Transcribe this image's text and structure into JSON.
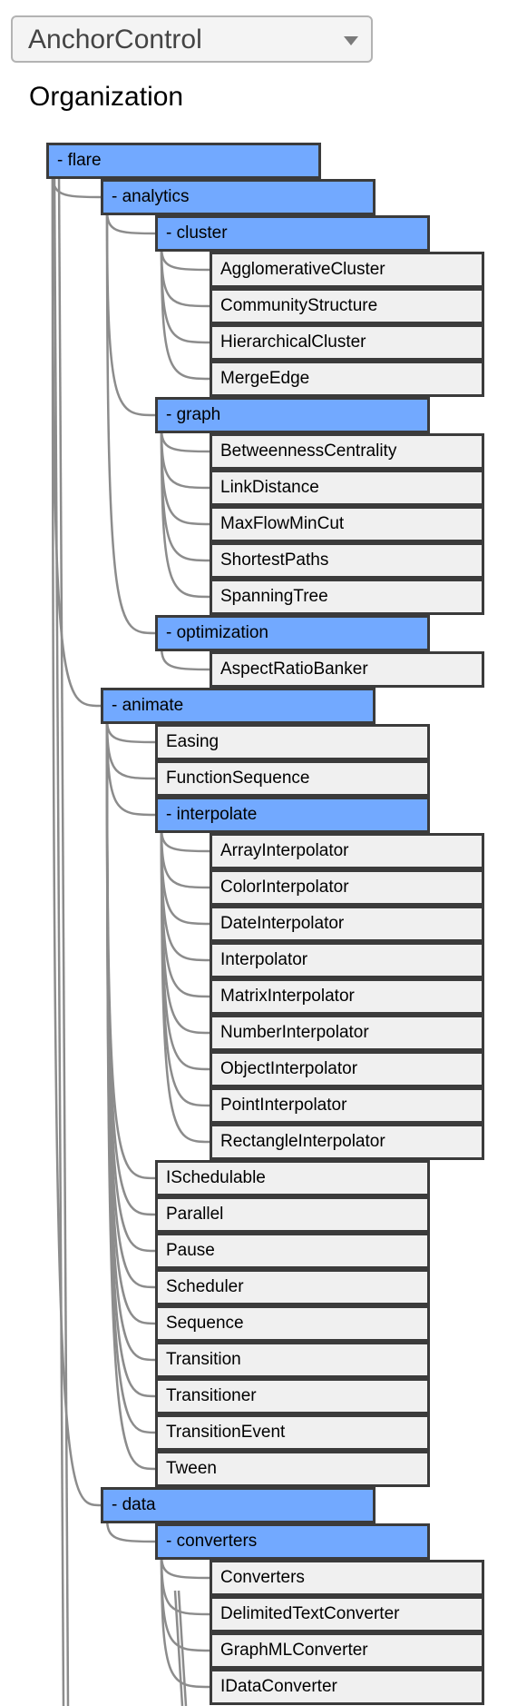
{
  "selector": {
    "value": "AnchorControl",
    "icon": "chevron-down-icon"
  },
  "title": "Organization",
  "colors": {
    "group_fill": "#72a9ff",
    "leaf_fill": "#f0f0f0",
    "border": "#3b3b3b",
    "link": "#8c8c8c"
  },
  "tree": {
    "label": "flare",
    "children": [
      {
        "label": "analytics",
        "children": [
          {
            "label": "cluster",
            "children": [
              {
                "label": "AgglomerativeCluster"
              },
              {
                "label": "CommunityStructure"
              },
              {
                "label": "HierarchicalCluster"
              },
              {
                "label": "MergeEdge"
              }
            ]
          },
          {
            "label": "graph",
            "children": [
              {
                "label": "BetweennessCentrality"
              },
              {
                "label": "LinkDistance"
              },
              {
                "label": "MaxFlowMinCut"
              },
              {
                "label": "ShortestPaths"
              },
              {
                "label": "SpanningTree"
              }
            ]
          },
          {
            "label": "optimization",
            "children": [
              {
                "label": "AspectRatioBanker"
              }
            ]
          }
        ]
      },
      {
        "label": "animate",
        "children": [
          {
            "label": "Easing"
          },
          {
            "label": "FunctionSequence"
          },
          {
            "label": "interpolate",
            "children": [
              {
                "label": "ArrayInterpolator"
              },
              {
                "label": "ColorInterpolator"
              },
              {
                "label": "DateInterpolator"
              },
              {
                "label": "Interpolator"
              },
              {
                "label": "MatrixInterpolator"
              },
              {
                "label": "NumberInterpolator"
              },
              {
                "label": "ObjectInterpolator"
              },
              {
                "label": "PointInterpolator"
              },
              {
                "label": "RectangleInterpolator"
              }
            ]
          },
          {
            "label": "ISchedulable"
          },
          {
            "label": "Parallel"
          },
          {
            "label": "Pause"
          },
          {
            "label": "Scheduler"
          },
          {
            "label": "Sequence"
          },
          {
            "label": "Transition"
          },
          {
            "label": "Transitioner"
          },
          {
            "label": "TransitionEvent"
          },
          {
            "label": "Tween"
          }
        ]
      },
      {
        "label": "data",
        "children": [
          {
            "label": "converters",
            "children": [
              {
                "label": "Converters"
              },
              {
                "label": "DelimitedTextConverter"
              },
              {
                "label": "GraphMLConverter"
              },
              {
                "label": "IDataConverter"
              }
            ]
          }
        ]
      }
    ]
  }
}
